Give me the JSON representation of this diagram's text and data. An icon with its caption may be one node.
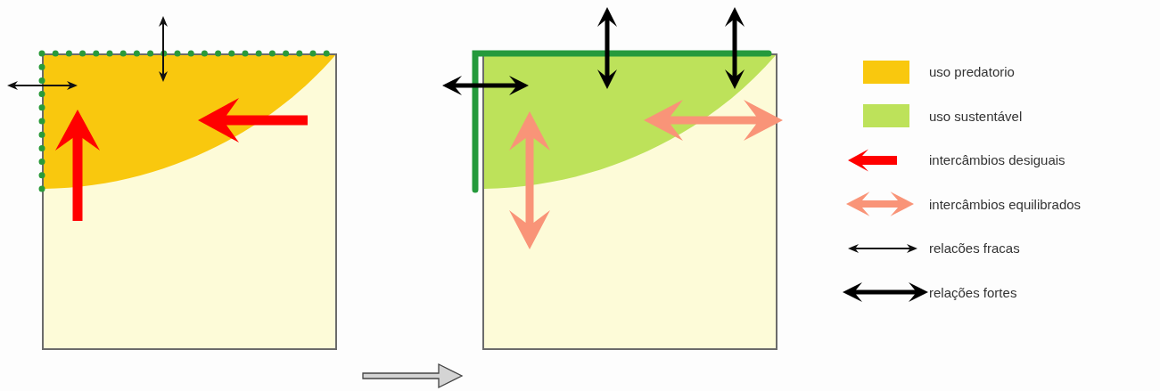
{
  "diagram": {
    "nodes": [
      {
        "text": [],
        "shape": "box"
      },
      {
        "text": [],
        "shape": "box"
      }
    ],
    "legend": [
      {
        "text": "uso predatorio",
        "color": "#f9c80e"
      },
      {
        "text": "uso sustentável",
        "color": "#bde25a"
      },
      {
        "text": "intercâmbios desiguais"
      },
      {
        "text": "intercâmbios equilibrados"
      },
      {
        "text": "relacões fracas"
      },
      {
        "text": "relações fortes"
      }
    ]
  }
}
